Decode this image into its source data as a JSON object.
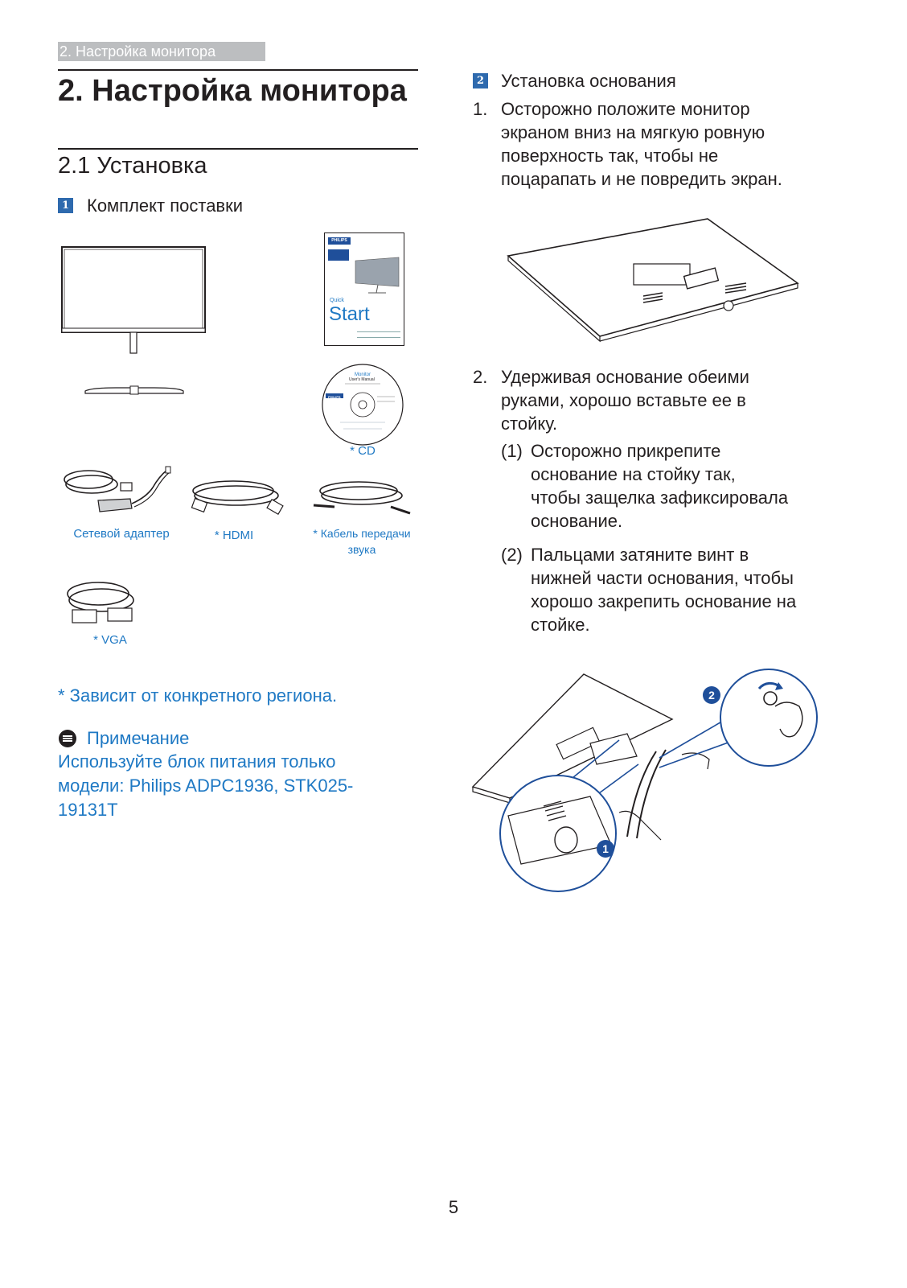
{
  "header": {
    "tab_label": "2. Настройка монитора"
  },
  "title": "2. Настройка монитора",
  "section": {
    "title": "2.1 Установка"
  },
  "package": {
    "badge": "1",
    "title": "Комплект поставки",
    "items": {
      "adapter": "Сетевой адаптер",
      "hdmi": "* HDMI",
      "audio_line1": "* Кабель передачи",
      "audio_line2": "звука",
      "cd": "* CD",
      "vga": "* VGA"
    },
    "quick_start": {
      "brand": "PHILIPS",
      "label_small": "Quick",
      "label_big": "Start"
    },
    "cd_disc": {
      "brand": "PHILIPS",
      "line1": "Monitor",
      "line2": "User's Manual"
    }
  },
  "region_note": "* Зависит от конкретного региона.",
  "note": {
    "title": "Примечание",
    "text": "Используйте блок питания только модели: Philips ADPC1936, STK025-19131T"
  },
  "base_install": {
    "badge": "2",
    "title": "Установка основания",
    "steps": [
      {
        "num": "1.",
        "lines": [
          "Осторожно положите монитор",
          "экраном вниз на мягкую ровную",
          "поверхность так, чтобы не",
          "поцарапать и не повредить экран."
        ]
      },
      {
        "num": "2.",
        "lines": [
          "Удерживая основание обеими",
          "руками, хорошо вставьте ее в",
          "стойку."
        ]
      }
    ],
    "substeps": [
      {
        "num": "(1)",
        "lines": [
          "Осторожно прикрепите",
          "основание на стойку так,",
          "чтобы защелка зафиксировала",
          "основание."
        ]
      },
      {
        "num": "(2)",
        "lines": [
          "Пальцами затяните винт в",
          "нижней части основания, чтобы",
          "хорошо закрепить основание на",
          "стойке."
        ]
      }
    ],
    "callouts": {
      "one": "1",
      "two": "2"
    }
  },
  "page_number": "5"
}
